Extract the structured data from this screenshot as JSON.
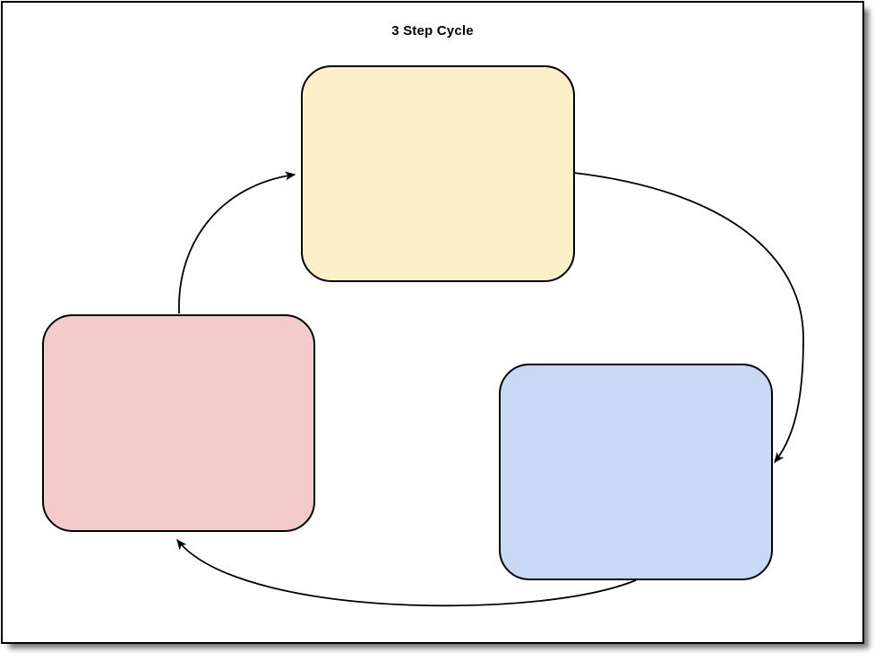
{
  "page": {
    "title": "3 Step Cycle",
    "background": "#FFFFFF",
    "border_color": "#000000"
  },
  "diagram": {
    "type": "cycle",
    "step_count": 3,
    "nodes": [
      {
        "id": "step-1",
        "position": "top",
        "fill": "#FCF0CA",
        "stroke": "#000000",
        "label": ""
      },
      {
        "id": "step-2",
        "position": "bottom-right",
        "fill": "#C8D9F6",
        "stroke": "#000000",
        "label": ""
      },
      {
        "id": "step-3",
        "position": "bottom-left",
        "fill": "#F4CBCB",
        "stroke": "#000000",
        "label": ""
      }
    ],
    "edges": [
      {
        "from": "step-1",
        "to": "step-2"
      },
      {
        "from": "step-2",
        "to": "step-3"
      },
      {
        "from": "step-3",
        "to": "step-1"
      }
    ],
    "edge_color": "#000000"
  }
}
